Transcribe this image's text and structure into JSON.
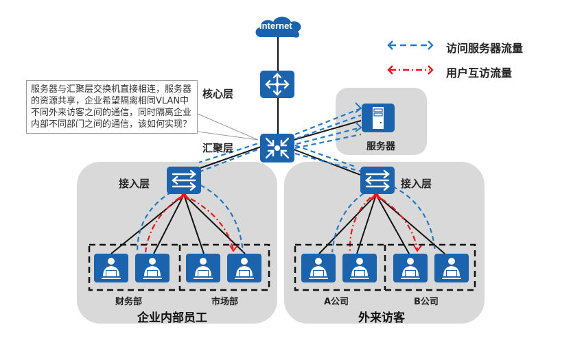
{
  "internet": {
    "label": "Internet"
  },
  "legend": [
    {
      "label": "访问服务器流量",
      "color": "#1f78c8",
      "style": "dashed"
    },
    {
      "label": "用户互访流量",
      "color": "#e8161c",
      "style": "dash-dot"
    }
  ],
  "callout": {
    "text": "服务器与汇聚层交换机直接相连，服务器的资源共享，企业希望隔离相同VLAN中不同外来访客之间的通信，同时隔离企业内部不同部门之间的通信，该如何实现？"
  },
  "layers": {
    "core": "核心层",
    "aggregation": "汇聚层",
    "access_left": "接入层",
    "access_right": "接入层"
  },
  "server": {
    "label": "服务器"
  },
  "groups": {
    "left": {
      "label": "企业内部员工",
      "subgroups": [
        "财务部",
        "市场部"
      ]
    },
    "right": {
      "label": "外来访客",
      "subgroups": [
        "A公司",
        "B公司"
      ]
    }
  },
  "colors": {
    "device_blue": "#1b63ad",
    "zone_gray": "#d9d9d9",
    "access_flow": "#1f78c8",
    "user_flow": "#e8161c",
    "block_mark": "#e8161c"
  }
}
